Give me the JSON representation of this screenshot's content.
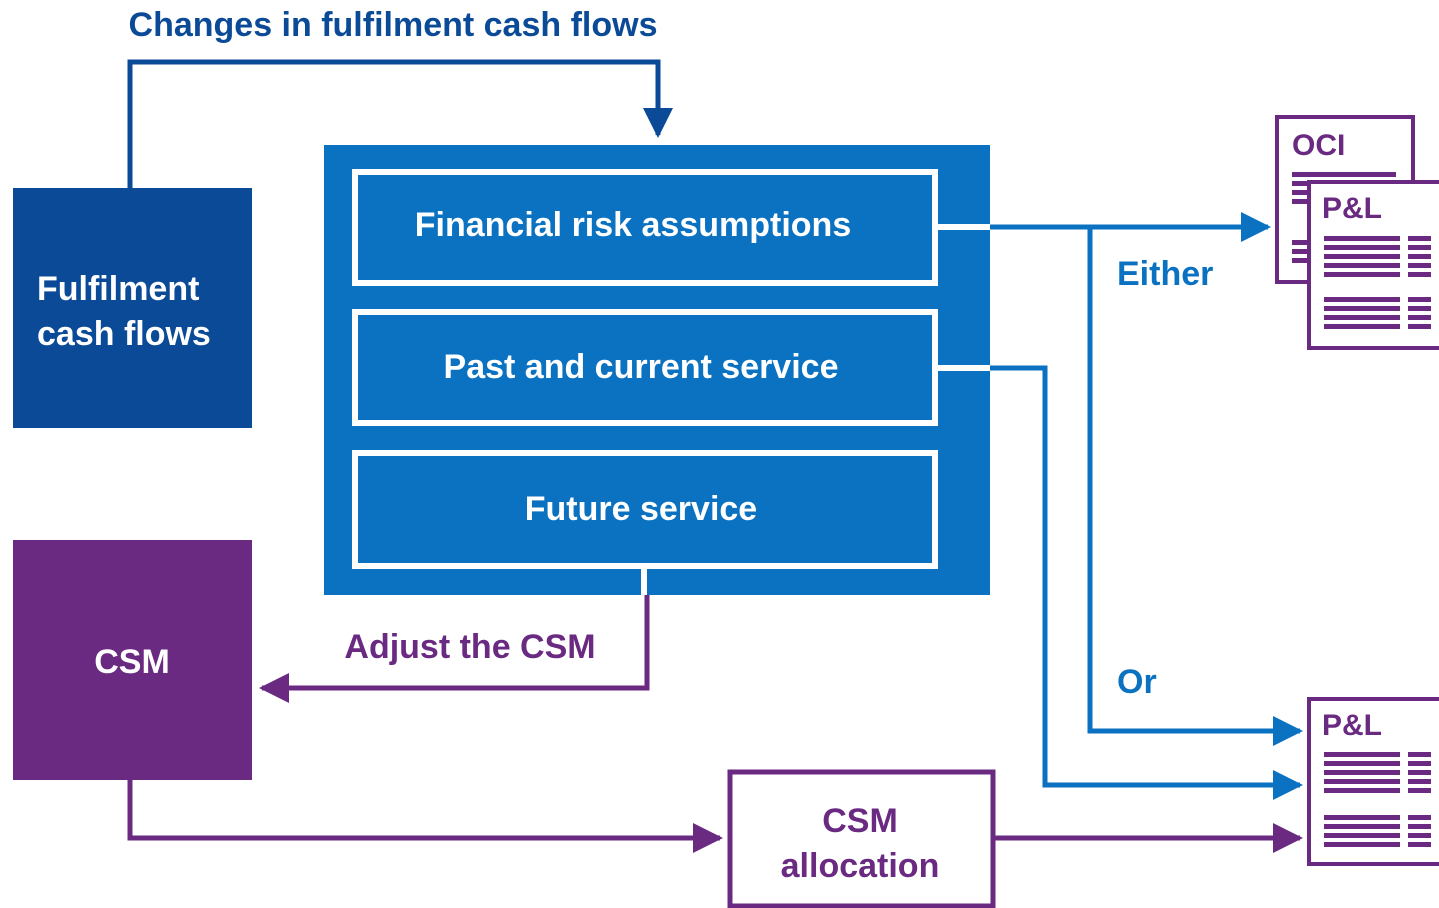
{
  "colors": {
    "dark_blue": "#0a4a96",
    "mid_blue": "#0a72c0",
    "purple": "#6a2a82",
    "white": "#ffffff"
  },
  "top_label": "Changes in fulfilment cash flows",
  "fulfilment_box": {
    "line1": "Fulfilment",
    "line2": "cash flows"
  },
  "csm_box": {
    "label": "CSM"
  },
  "components": [
    {
      "label": "Financial risk assumptions"
    },
    {
      "label": "Past and current service"
    },
    {
      "label": "Future service"
    }
  ],
  "adjust_label": "Adjust the CSM",
  "csm_allocation": {
    "line1": "CSM",
    "line2": "allocation"
  },
  "either_label": "Either",
  "or_label": "Or",
  "doc_oci": {
    "label": "OCI"
  },
  "doc_pl_upper": {
    "label": "P&L"
  },
  "doc_pl_lower": {
    "label": "P&L"
  }
}
